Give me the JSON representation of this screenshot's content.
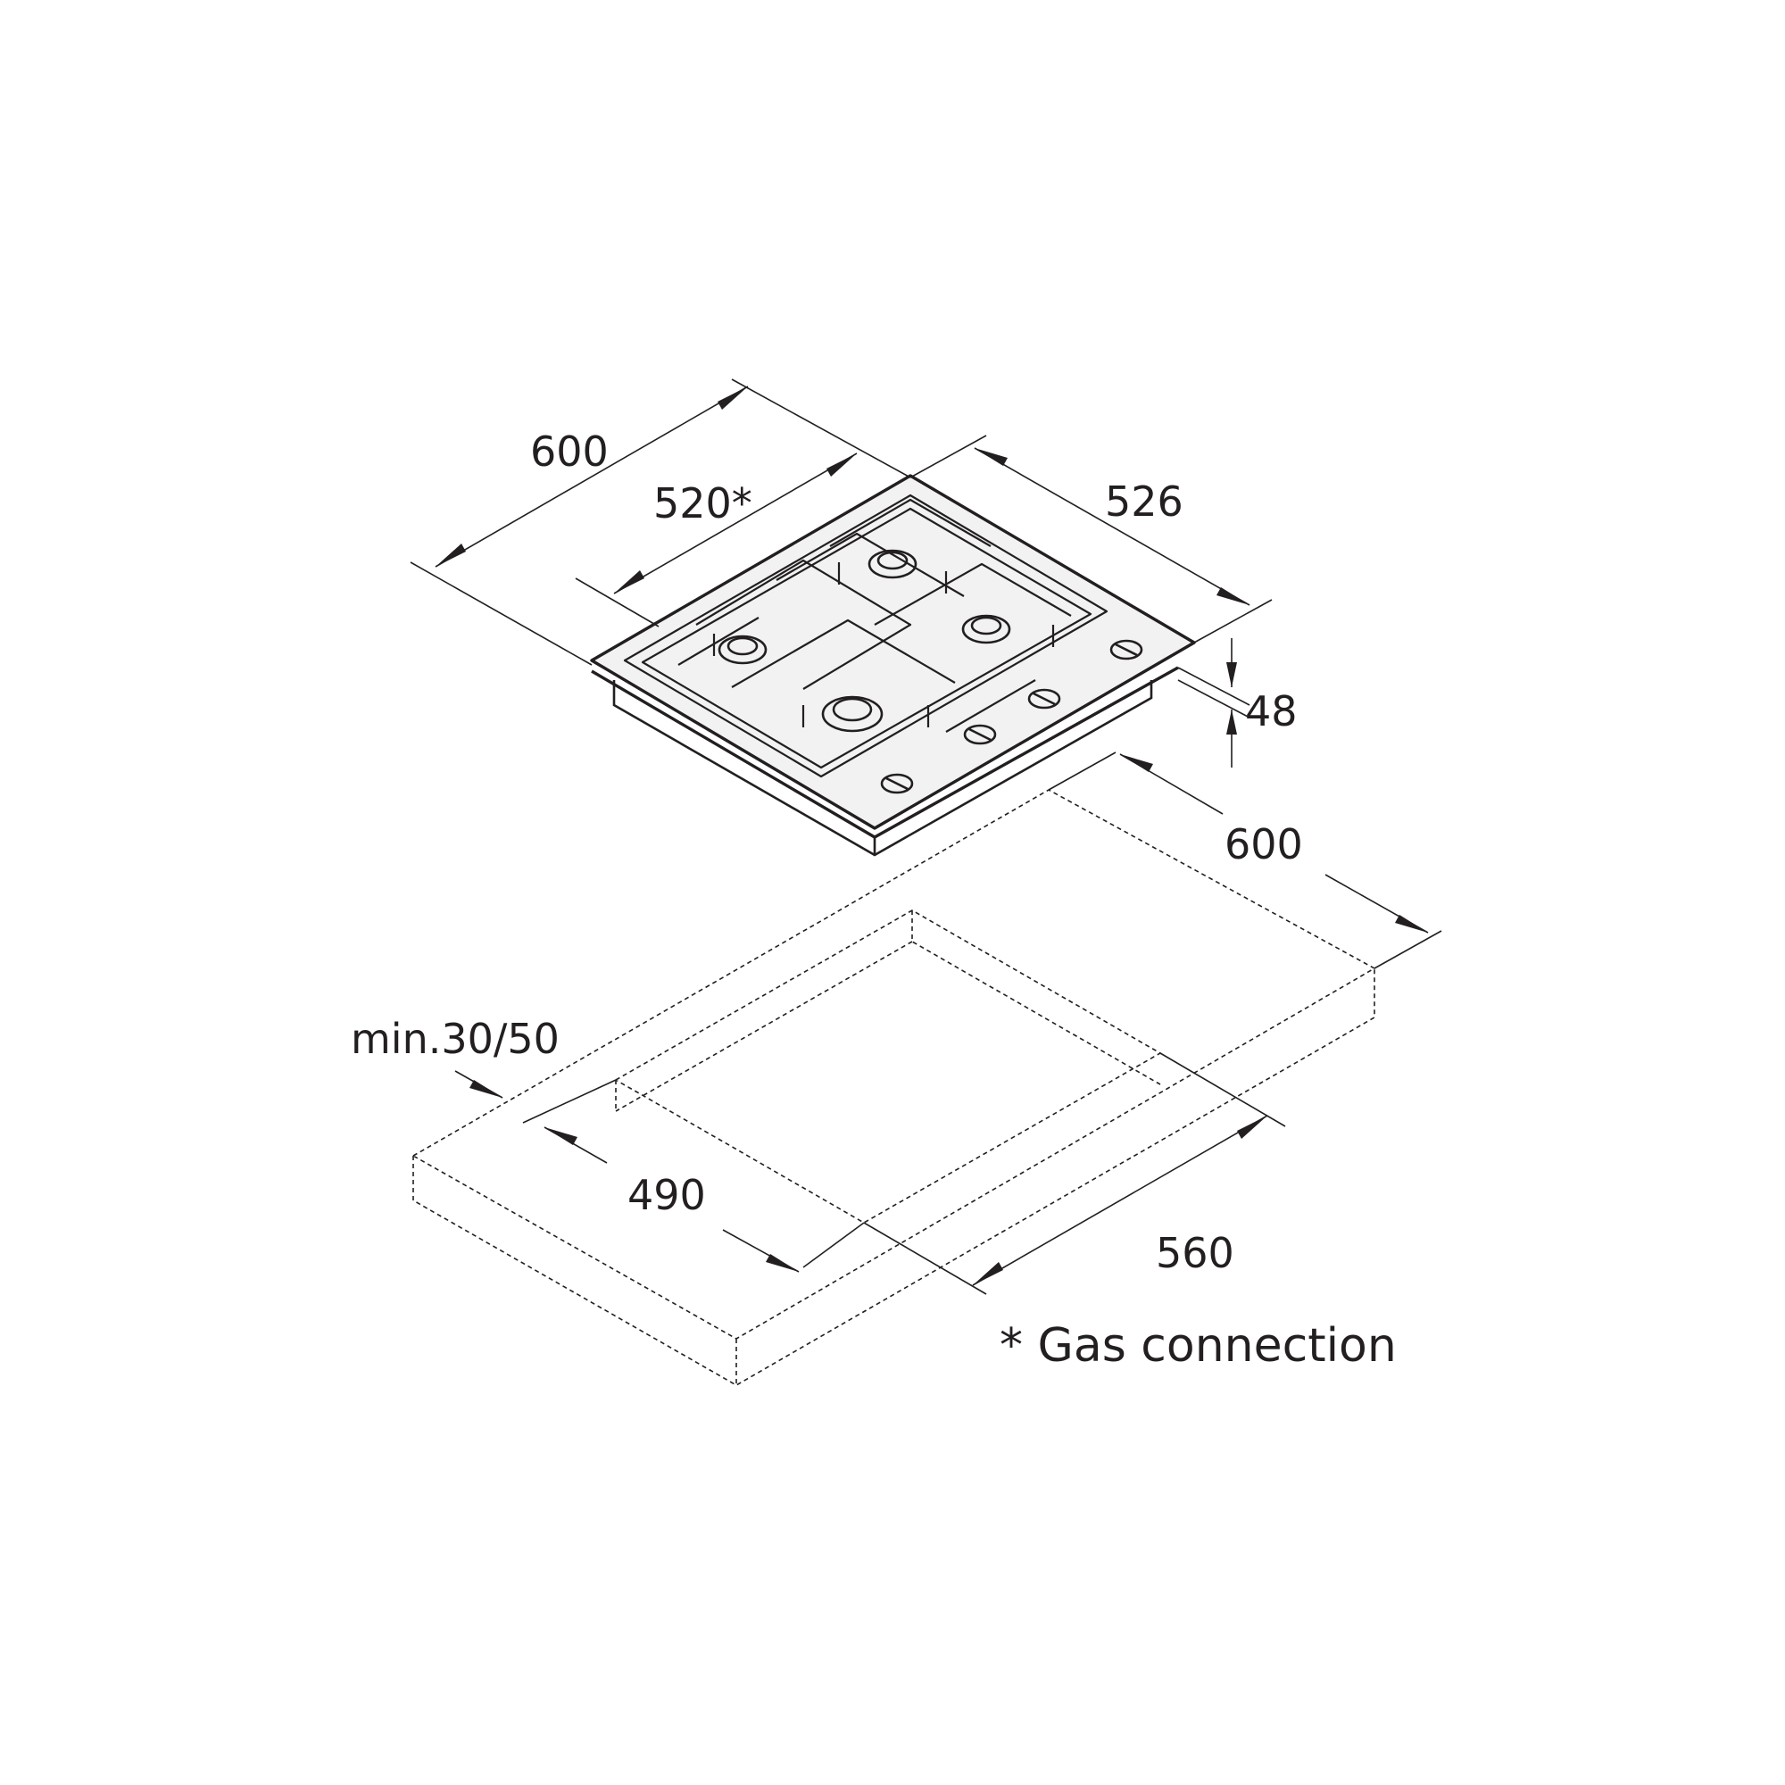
{
  "labels": {
    "hob_width": "600",
    "gas_connection_pos": "520*",
    "hob_depth": "526",
    "hob_height": "48",
    "cabinet_depth": "600",
    "worktop_min": "min.30/50",
    "cutout_depth": "490",
    "cutout_width": "560",
    "footnote": "* Gas connection"
  },
  "colors": {
    "ink": "#231f20",
    "background": "#ffffff",
    "hob_surface": "#f2f2f2"
  }
}
